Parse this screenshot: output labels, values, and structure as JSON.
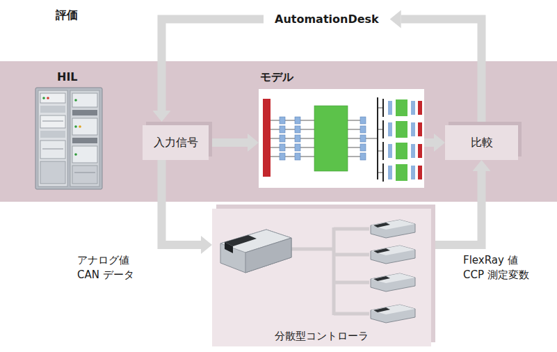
{
  "diagram": {
    "title": "評価",
    "nodes": [
      {
        "text": [
          "AutomationDesk"
        ]
      },
      {
        "text": [
          "HIL"
        ]
      },
      {
        "text": [
          "入力信号"
        ],
        "in": 1
      },
      {
        "text": [
          "モデル"
        ],
        "in": 1
      },
      {
        "text": [
          "比較"
        ],
        "in": 1
      },
      {
        "text": [
          "分散型コントローラ"
        ]
      }
    ],
    "edges": [
      {
        "from": 4,
        "to": 0,
        "arrow": "to"
      },
      {
        "from": 0,
        "to": 2,
        "arrow": "to"
      },
      {
        "from": 2,
        "to": 3,
        "arrow": "to"
      },
      {
        "from": 3,
        "to": 4,
        "arrow": "to"
      },
      {
        "from": 2,
        "to": 5,
        "label": "アナログ値 CAN データ",
        "arrow": "to"
      },
      {
        "from": 5,
        "to": 4,
        "label": "FlexRay 値 CCP 測定変数",
        "arrow": "to"
      }
    ]
  }
}
